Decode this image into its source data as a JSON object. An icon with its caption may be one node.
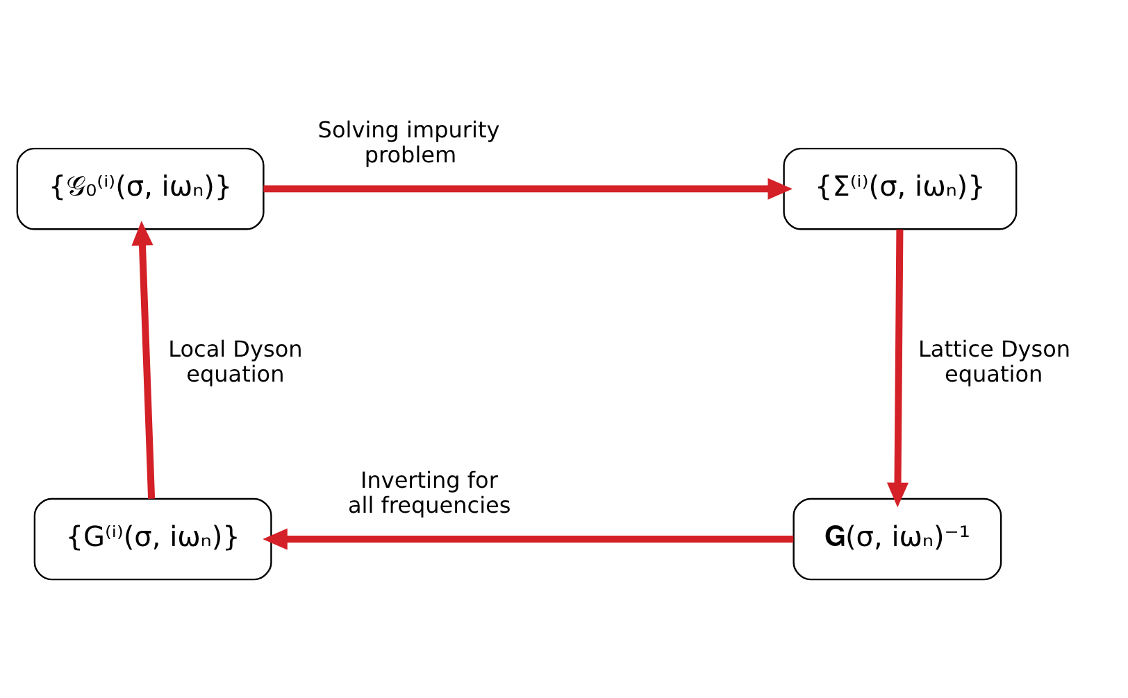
{
  "diagram": {
    "nodes": [
      {
        "text": [
          "{𝒢₀⁽ⁱ⁾(σ, iωₙ)}"
        ]
      },
      {
        "text": [
          "{Σ⁽ⁱ⁾(σ, iωₙ)}"
        ]
      },
      {
        "text": [
          "{G⁽ⁱ⁾(σ, iωₙ)}"
        ]
      },
      {
        "text": [
          "𝐆(σ, iωₙ)⁻¹"
        ]
      }
    ],
    "edges": [
      {
        "from": 0,
        "to": 1,
        "arrow": "to",
        "label": "Solving impurity problem"
      },
      {
        "from": 1,
        "to": 3,
        "arrow": "to",
        "label": "Lattice Dyson equation"
      },
      {
        "from": 3,
        "to": 2,
        "arrow": "to",
        "label": "Inverting for all frequencies"
      },
      {
        "from": 2,
        "to": 0,
        "arrow": "to",
        "label": "Local Dyson equation"
      }
    ]
  }
}
